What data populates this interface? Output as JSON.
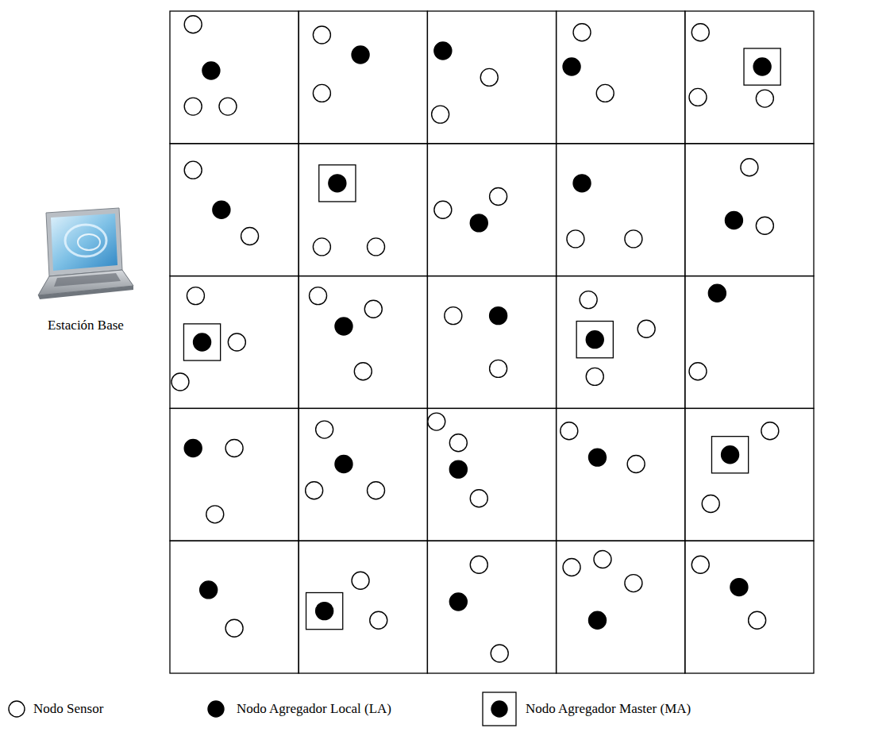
{
  "diagram": {
    "labels": [
      "Estación Base"
    ],
    "legend": [
      {
        "text": "Nodo Sensor"
      },
      {
        "text": "Nodo Agregador Local (LA)"
      },
      {
        "text": "Nodo Agregador Master (MA)"
      }
    ]
  }
}
